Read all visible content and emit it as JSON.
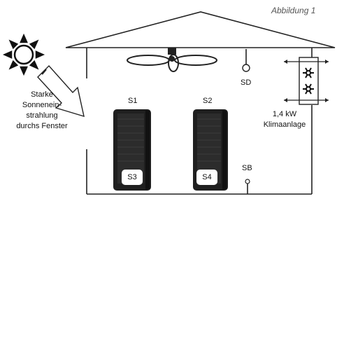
{
  "caption": "Abbildung 1",
  "sun_label": [
    "Starke",
    "Sonnenein-",
    "strahlung",
    "durchs Fenster"
  ],
  "cabinets": [
    {
      "top_label": "S1",
      "badge_label": "S3"
    },
    {
      "top_label": "S2",
      "badge_label": "S4"
    }
  ],
  "sensors": {
    "top": "SD",
    "bottom": "SB"
  },
  "ac": {
    "power": "1,4 kW",
    "name": "Klimaanlage"
  },
  "icons": [
    "sun-icon",
    "ceiling-fan-icon",
    "snowflake-icon",
    "arrow-icon"
  ],
  "colors": {
    "line": "#222222",
    "cabinet": "#1f1f1f",
    "caption": "#555555"
  }
}
